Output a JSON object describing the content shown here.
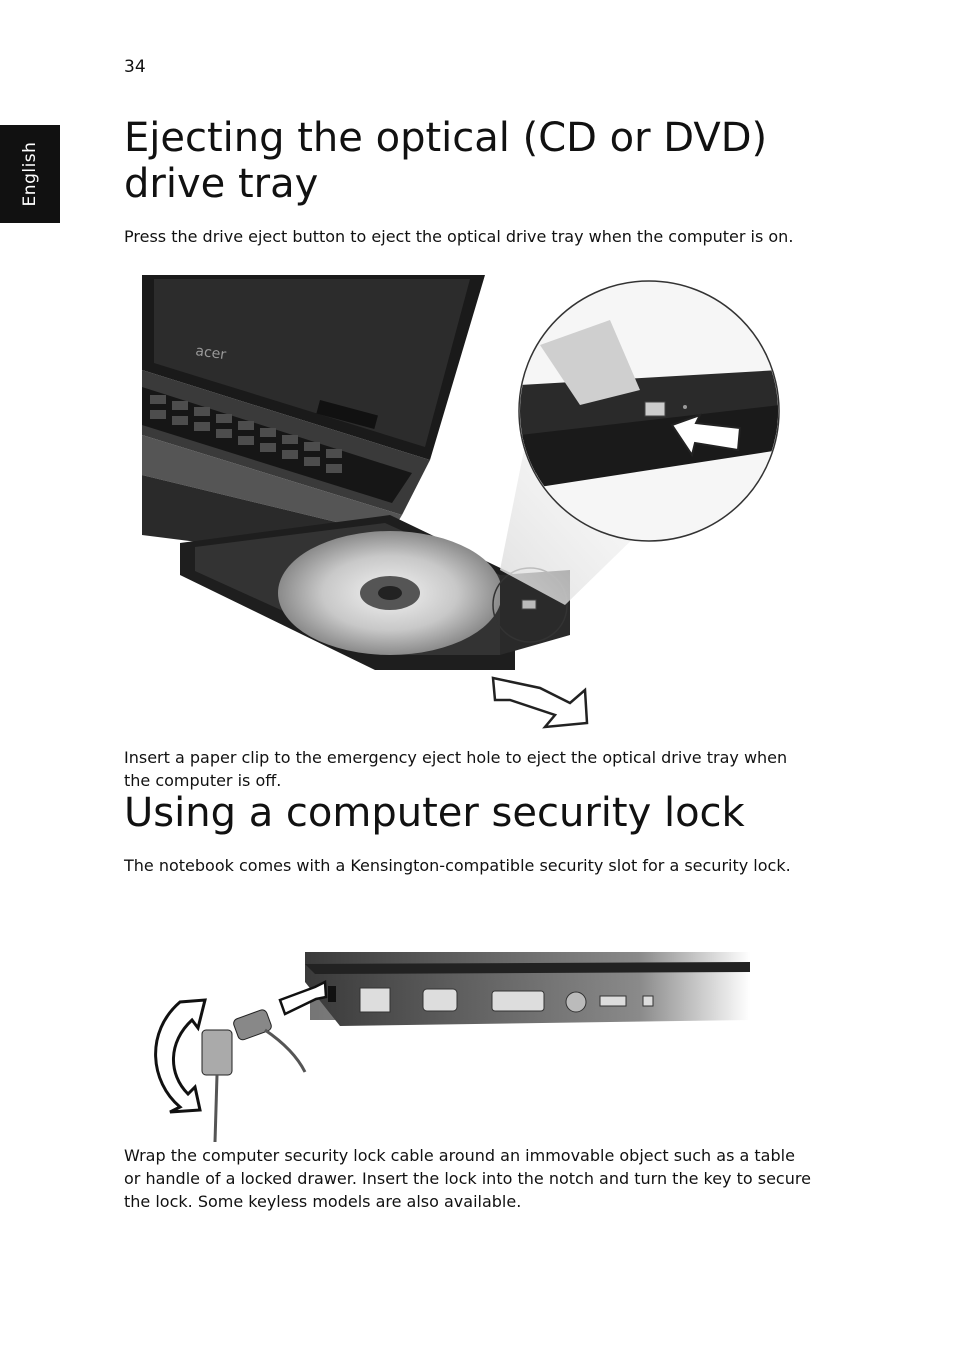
{
  "page": {
    "number": "34",
    "language_tab": "English"
  },
  "section1": {
    "title": "Ejecting the optical (CD or DVD) drive tray",
    "intro": "Press the drive eject button to eject the optical drive tray when the computer is on.",
    "note": "Insert a paper clip to the emergency eject hole to eject the optical drive tray when the computer is off."
  },
  "figure1": {
    "logo_text": "acer"
  },
  "section2": {
    "title": "Using a computer security lock",
    "intro": "The notebook comes with a Kensington-compatible security slot for a security lock.",
    "body": "Wrap the computer security lock cable around an immovable object such as a table or handle of a locked drawer. Insert the lock into the notch and turn the key to secure the lock. Some keyless models are also available."
  }
}
